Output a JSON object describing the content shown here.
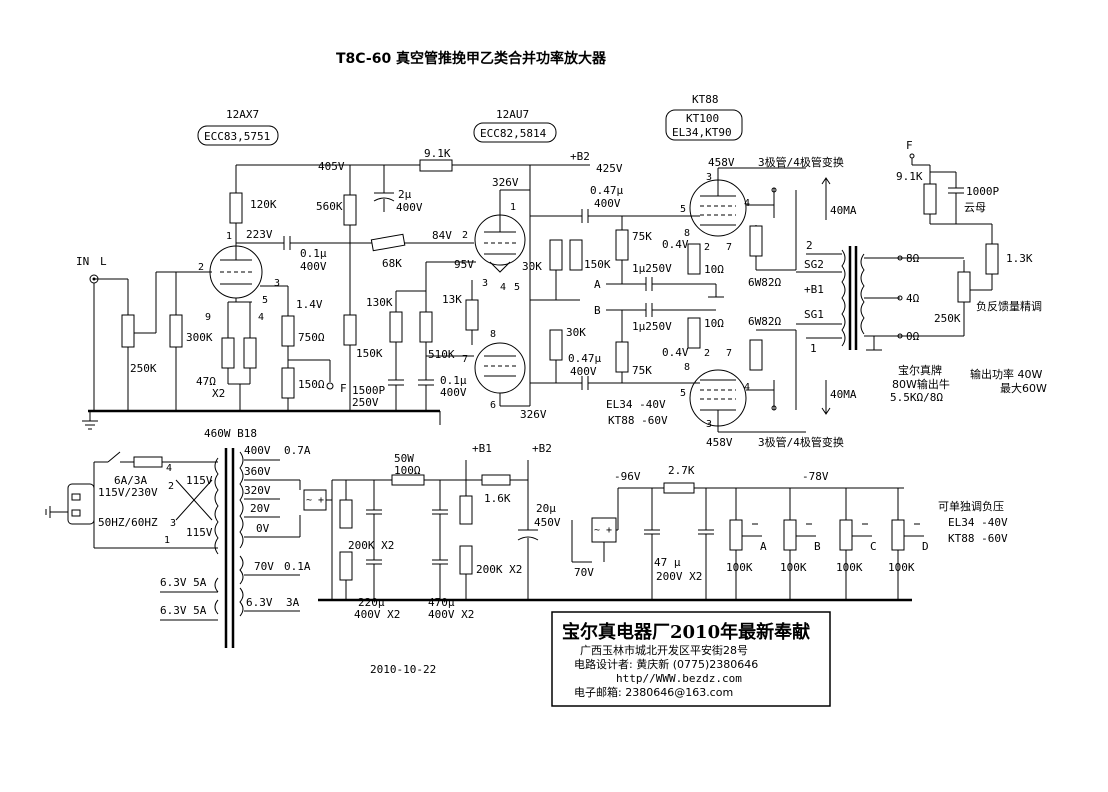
{
  "title": "T8C-60  真空管推挽甲乙类合并功率放大器",
  "tubes": {
    "v1": {
      "name": "12AX7",
      "alt": "ECC83,5751"
    },
    "v2": {
      "name": "12AU7",
      "alt": "ECC82,5814"
    },
    "v3": {
      "name": "KT88",
      "alt1": "KT100",
      "alt2": "EL34,KT90"
    }
  },
  "input": {
    "in": "IN",
    "ch": "L"
  },
  "labels": {
    "v405": "405V",
    "r91k": "9.1K",
    "b2": "+B2",
    "v425": "425V",
    "r120k": "120K",
    "r560k": "560K",
    "c2u": "2μ",
    "c2u_v": "400V",
    "v223": "223V",
    "c01": "0.1μ",
    "c01_v": "400V",
    "r68k": "68K",
    "v84": "84V",
    "v326a": "326V",
    "c047": "0.47μ",
    "c047_v": "400V",
    "v458a": "458V",
    "switch_top": "3极管/4极管变换",
    "ma40a": "40MA",
    "r75ka": "75K",
    "v04a": "0.4V",
    "r10a": "10Ω",
    "w682a": "6W82Ω",
    "r30ka": "30K",
    "r150k": "150K",
    "c1u250a": "1μ250V",
    "a": "A",
    "b": "B",
    "c1u250b": "1μ250V",
    "r10b": "10Ω",
    "w682b": "6W82Ω",
    "r30kb": "30K",
    "r75kb": "75K",
    "v04b": "0.4V",
    "c047b": "0.47μ",
    "c047b_v": "400V",
    "v326b": "326V",
    "el34": "EL34 -40V",
    "kt88": "KT88 -60V",
    "v458b": "458V",
    "switch_bot": "3极管/4极管变换",
    "ma40b": "40MA",
    "p2": "2",
    "sg2": "SG2",
    "b1": "+B1",
    "sg1": "SG1",
    "p1": "1",
    "o8": "8Ω",
    "o4": "4Ω",
    "o0": "0Ω",
    "f_top": "F",
    "r91k_fb": "9.1K",
    "c1000p": "1000P",
    "mica": "云母",
    "r13k": "1.3K",
    "r250k_fb": "250K",
    "fb_adj": "负反馈量精调",
    "xfmr_brand": "宝尔真牌",
    "xfmr_w": "80W输出牛",
    "xfmr_z": "5.5KΩ/8Ω",
    "pout1": "输出功率 40W",
    "pout2": "最大60W",
    "r250k": "250K",
    "r300k": "300K",
    "v95": "95V",
    "r13k_b": "13K",
    "r130k": "130K",
    "r510k": "510K",
    "r150k_b": "150K",
    "c1500p": "1500P",
    "c1500p_v": "250V",
    "c01b": "0.1μ",
    "c01b_v": "400V",
    "p9": "9",
    "p5": "5",
    "p4": "4",
    "p3": "3",
    "p8": "8",
    "p7": "7",
    "p6": "6",
    "v14": "1.4V",
    "r750": "750Ω",
    "r150": "150Ω",
    "r47": "47Ω",
    "x2": "X2",
    "f_mid": "F"
  },
  "power": {
    "xfmr": "460W B18",
    "fuse": "6A/3A",
    "mains": "115V/230V",
    "freq": "50HZ/60HZ",
    "v115a": "115V",
    "v115b": "115V",
    "pin4": "4",
    "pin2": "2",
    "pin3": "3",
    "pin1": "1",
    "s400": "400V",
    "s360": "360V",
    "s320": "320V",
    "s20": "20V",
    "s0": "0V",
    "s07": "0.7A",
    "s70": "70V",
    "s01": "0.1A",
    "s63a": "6.3V 5A",
    "s63b": "6.3V 5A",
    "s63c": "6.3V",
    "s3a": "3A",
    "r50w": "50W",
    "r100": "100Ω",
    "b1": "+B1",
    "b2": "+B2",
    "r16k": "1.6K",
    "c20u": "20μ",
    "c20u_v": "450V",
    "r200k_a": "200K X2",
    "r200k_b": "200K X2",
    "c220": "220μ",
    "c220_v": "400V X2",
    "c470": "470μ",
    "c470_v": "400V X2",
    "v96": "-96V",
    "r27k": "2.7K",
    "v78": "-78V",
    "s70b": "70V",
    "c47": "47 μ",
    "c47_v": "200V X2",
    "pots": [
      "100K",
      "100K",
      "100K",
      "100K"
    ],
    "pot_labels": [
      "A",
      "B",
      "C",
      "D"
    ],
    "bias_title": "可单独调负压",
    "bias_el34": "EL34 -40V",
    "bias_kt88": "KT88 -60V"
  },
  "factory": {
    "name": "宝尔真电器厂2010年最新奉献",
    "address": "广西玉林市城北开发区平安街28号",
    "designer": "电路设计者: 黄庆新   (0775)2380646",
    "web": "http//WWW.bezdz.com",
    "email": "电子邮箱: 2380646@163.com"
  },
  "date": "2010-10-22"
}
